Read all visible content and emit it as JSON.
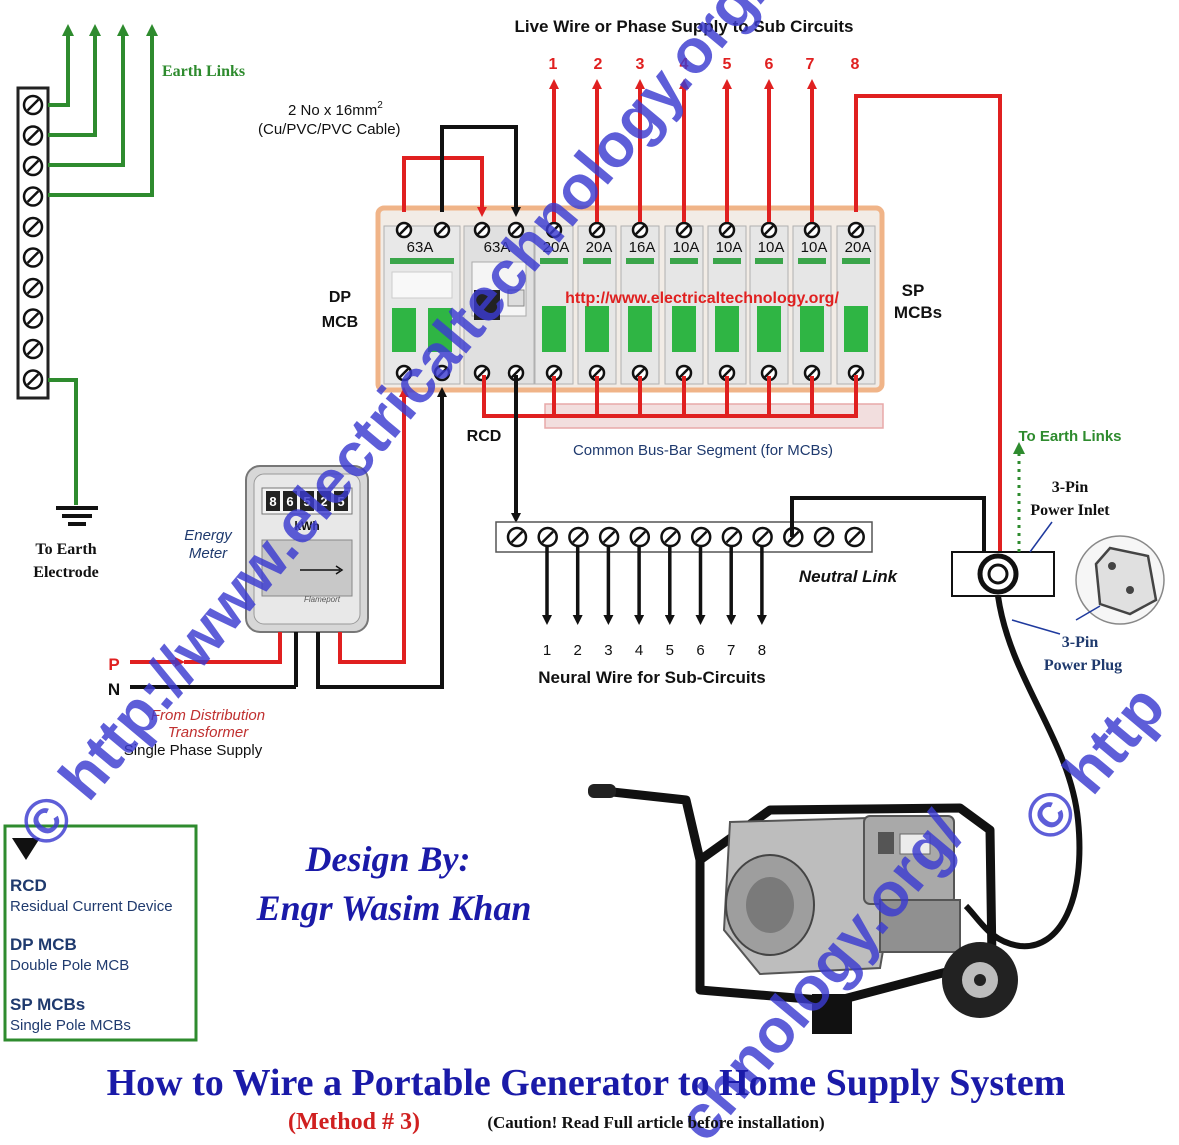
{
  "header": {
    "live_wire_title": "Live Wire or Phase Supply to Sub Circuits",
    "earth_links": "Earth Links",
    "cable_line1": "2 No x 16mm",
    "cable_sup": "2",
    "cable_line2": "(Cu/PVC/PVC Cable)"
  },
  "circuits": [
    "1",
    "2",
    "3",
    "4",
    "5",
    "6",
    "7",
    "8"
  ],
  "board": {
    "dp_mcb_rating": "63A",
    "rcd_rating": "63A",
    "sp_ratings": [
      "20A",
      "20A",
      "16A",
      "10A",
      "10A",
      "10A",
      "10A",
      "20A"
    ],
    "dp_label_1": "DP",
    "dp_label_2": "MCB",
    "sp_label_1": "SP",
    "sp_label_2": "MCBs",
    "rcd_label": "RCD",
    "busbar_label": "Common Bus-Bar Segment (for MCBs)",
    "url_text": "http://www.electricaltechnology.org/"
  },
  "earth": {
    "to_earth_1": "To Earth",
    "to_earth_2": "Electrode"
  },
  "meter": {
    "label_1": "Energy",
    "label_2": "Meter",
    "digits": [
      "8",
      "6",
      "5",
      "2",
      "5"
    ],
    "unit": "kWh",
    "brand": "Flameport"
  },
  "supply": {
    "p": "P",
    "n": "N",
    "from_1": "From Distribution",
    "from_2": "Transformer",
    "single_phase": "Single Phase Supply"
  },
  "neutral": {
    "link_label": "Neutral Link",
    "sub_label": "Neural Wire for Sub-Circuits"
  },
  "right": {
    "to_earth_links": "To Earth Links",
    "inlet_1": "3-Pin",
    "inlet_2": "Power Inlet",
    "plug_1": "3-Pin",
    "plug_2": "Power Plug"
  },
  "design": {
    "by": "Design By:",
    "name": "Engr Wasim Khan"
  },
  "legend": [
    {
      "abbr": "RCD",
      "full": "Residual Current Device"
    },
    {
      "abbr": "DP MCB",
      "full": "Double Pole MCB"
    },
    {
      "abbr": "SP MCBs",
      "full": "Single Pole MCBs"
    }
  ],
  "footer": {
    "title": "How to Wire a Portable Generator to Home Supply System",
    "method": "(Method # 3)",
    "caution": "(Caution! Read Full article before installation)"
  },
  "watermark": {
    "main": "© http://www.electricaltechnology.org/",
    "right": "© http",
    "lower": "chnology.org/"
  },
  "colors": {
    "live": "#e02020",
    "neutral": "#111111",
    "earth": "#2e8b2e",
    "watermark": "#3a3ad0",
    "title_blue": "#1a1aa8",
    "board_border": "#f0b488"
  }
}
